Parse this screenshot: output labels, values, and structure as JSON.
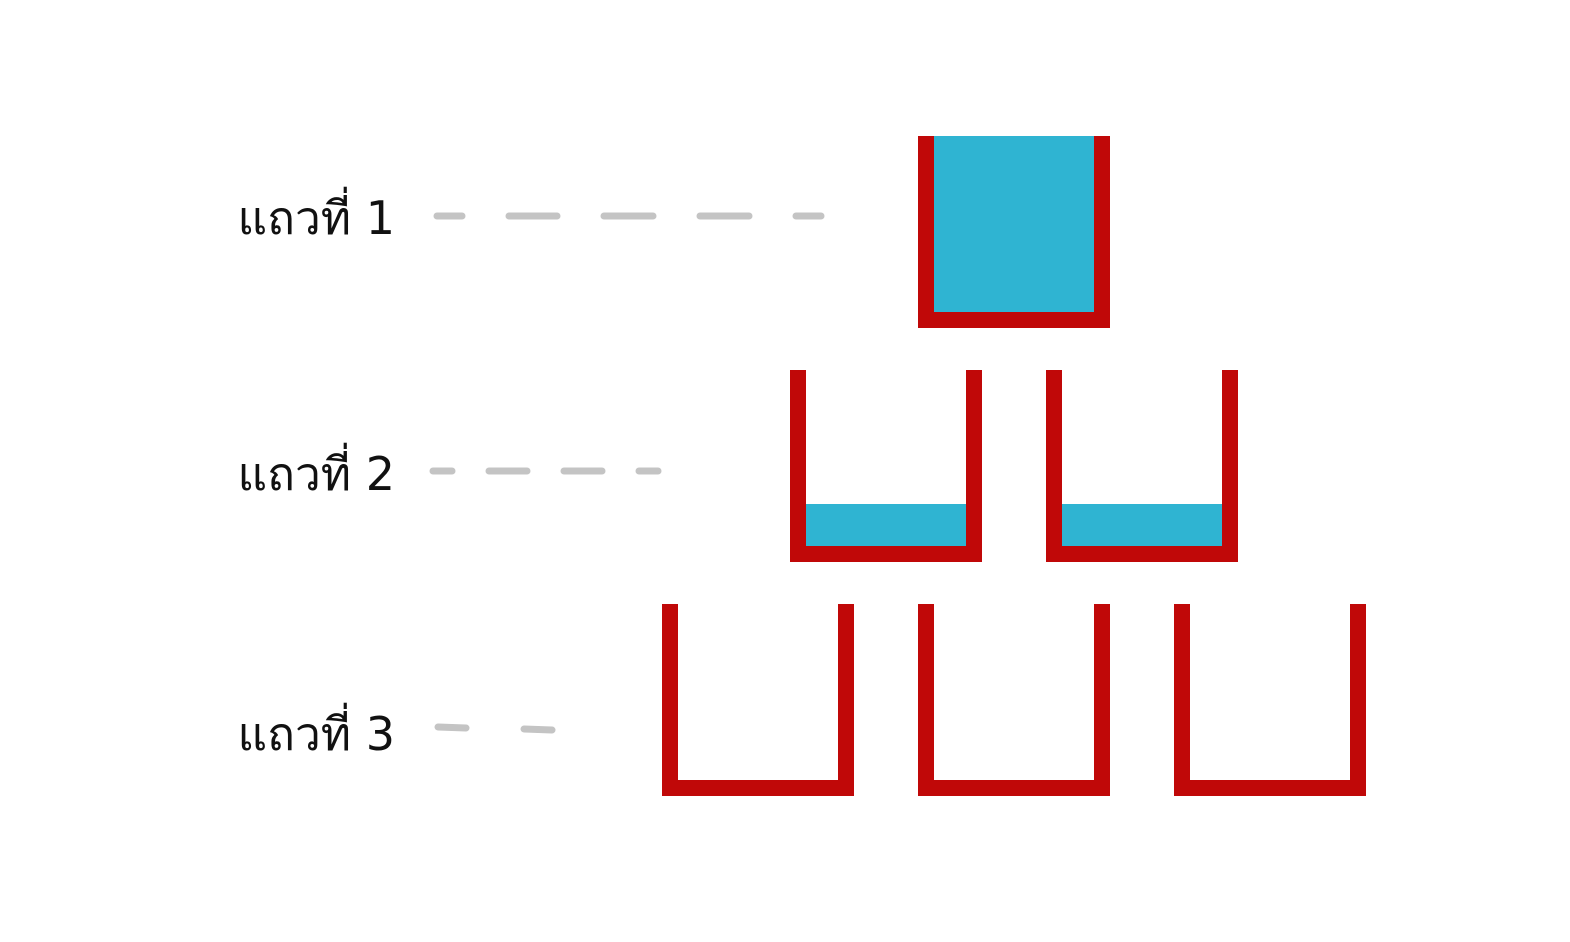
{
  "diagram": {
    "colors": {
      "container": "#c00808",
      "liquid": "#2fb4d2",
      "dash": "#c4c4c4",
      "text": "#111111",
      "background": "#ffffff"
    },
    "rows": [
      {
        "label": "แถวที่ 1",
        "containers": [
          {
            "fill_fraction": 1.0
          }
        ]
      },
      {
        "label": "แถวที่ 2",
        "containers": [
          {
            "fill_fraction": 0.24
          },
          {
            "fill_fraction": 0.24
          }
        ]
      },
      {
        "label": "แถวที่ 3",
        "containers": [
          {
            "fill_fraction": 0
          },
          {
            "fill_fraction": 0
          },
          {
            "fill_fraction": 0
          }
        ]
      }
    ]
  }
}
